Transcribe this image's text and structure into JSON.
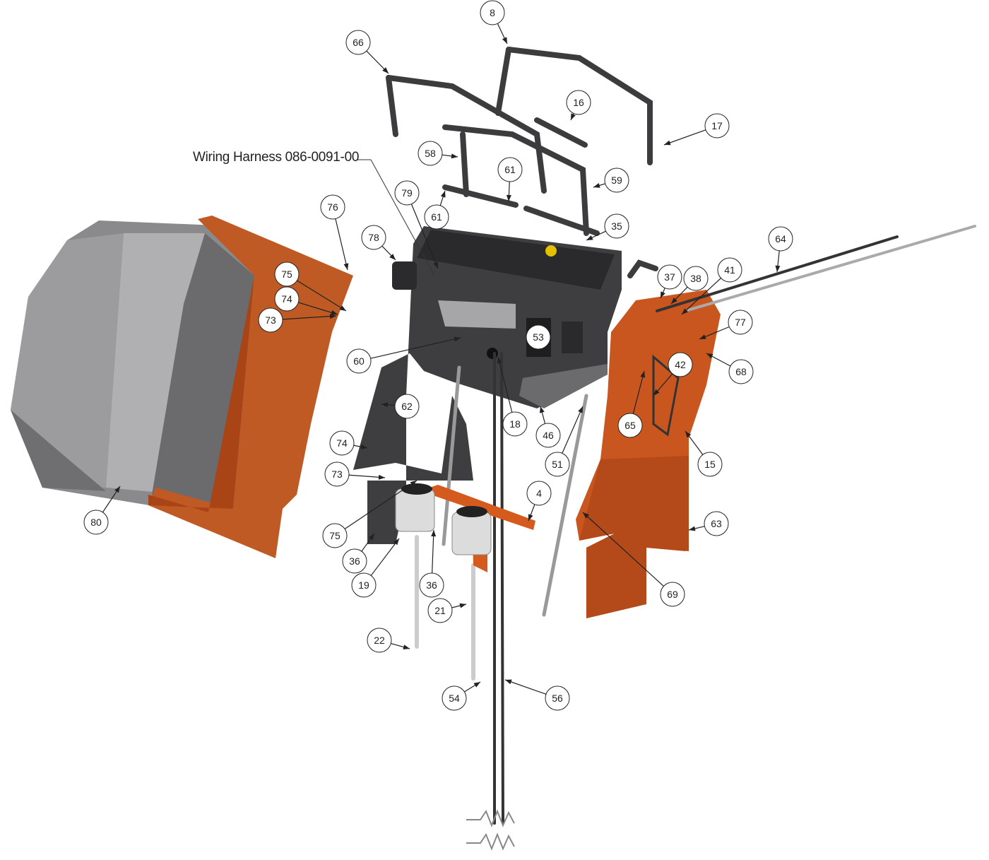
{
  "diagram": {
    "annotation": "Wiring Harness 086-0091-00",
    "callouts": [
      "8",
      "66",
      "16",
      "17",
      "58",
      "61",
      "59",
      "61",
      "35",
      "76",
      "64",
      "78",
      "79",
      "75",
      "74",
      "73",
      "37",
      "38",
      "41",
      "77",
      "53",
      "60",
      "68",
      "42",
      "62",
      "18",
      "46",
      "65",
      "51",
      "15",
      "74",
      "73",
      "4",
      "63",
      "80",
      "75",
      "36",
      "19",
      "36",
      "69",
      "21",
      "22",
      "54",
      "56"
    ]
  },
  "colors": {
    "orange": "#c8561e",
    "dark_orange": "#a94417",
    "gray": "#8e8e90",
    "dark": "#3c3c3e",
    "line": "#222222"
  }
}
